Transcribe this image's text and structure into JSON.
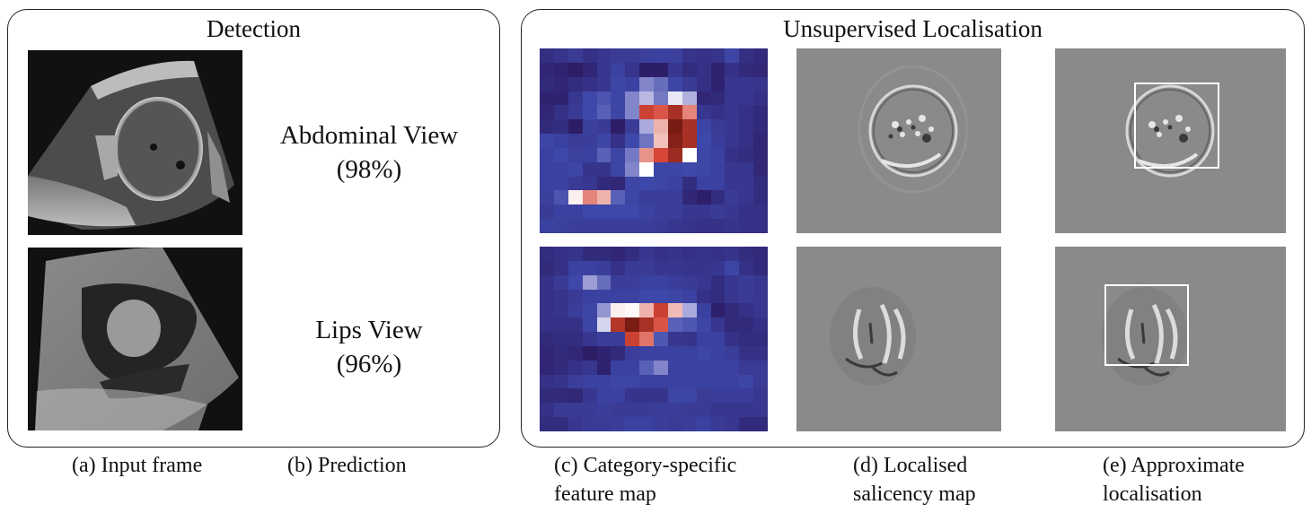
{
  "detection": {
    "title": "Detection",
    "rows": [
      {
        "input_frame": "abdominal-ultrasound-frame",
        "prediction_label": "Abdominal View",
        "prediction_confidence": "(98%)"
      },
      {
        "input_frame": "lips-ultrasound-frame",
        "prediction_label": "Lips View",
        "prediction_confidence": "(96%)"
      }
    ]
  },
  "localisation": {
    "title": "Unsupervised Localisation",
    "heatmap_colors": {
      "low": "#3b2a8c",
      "mid": "#ffffff",
      "high": "#7a1a12"
    }
  },
  "captions": {
    "a": "(a) Input frame",
    "b": "(b) Prediction",
    "c_line1": "(c) Category-specific",
    "c_line2": "feature map",
    "d_line1": "(d) Localised",
    "d_line2": "salicency map",
    "e_line1": "(e) Approximate",
    "e_line2": "localisation"
  },
  "heatmaps": {
    "abdominal": [
      [
        0.15,
        0.18,
        0.22,
        0.16,
        0.2,
        0.22,
        0.22,
        0.25,
        0.26,
        0.25,
        0.18,
        0.16,
        0.18,
        0.28,
        0.15,
        0.12
      ],
      [
        0.1,
        0.08,
        0.04,
        0.1,
        0.2,
        0.26,
        0.18,
        0.05,
        0.05,
        0.2,
        0.14,
        0.16,
        0.08,
        0.16,
        0.12,
        0.1
      ],
      [
        0.12,
        0.1,
        0.14,
        0.16,
        0.2,
        0.28,
        0.26,
        0.55,
        0.45,
        0.28,
        0.22,
        0.16,
        0.08,
        0.2,
        0.2,
        0.18
      ],
      [
        0.08,
        0.08,
        0.2,
        0.3,
        0.35,
        0.28,
        0.55,
        0.75,
        0.5,
        0.92,
        0.72,
        0.1,
        0.12,
        0.2,
        0.2,
        0.16
      ],
      [
        0.1,
        0.16,
        0.22,
        0.3,
        0.4,
        0.28,
        0.55,
        1.65,
        1.55,
        1.8,
        1.4,
        0.2,
        0.16,
        0.2,
        0.16,
        0.12
      ],
      [
        0.12,
        0.14,
        0.04,
        0.25,
        0.22,
        0.04,
        0.22,
        0.7,
        1.25,
        2.0,
        1.8,
        0.28,
        0.22,
        0.2,
        0.16,
        0.12
      ],
      [
        0.28,
        0.26,
        0.22,
        0.24,
        0.28,
        0.16,
        0.3,
        0.48,
        1.2,
        1.95,
        1.8,
        0.3,
        0.24,
        0.2,
        0.16,
        0.1
      ],
      [
        0.26,
        0.3,
        0.25,
        0.26,
        0.4,
        0.28,
        0.5,
        1.35,
        1.6,
        1.85,
        1.0,
        0.28,
        0.26,
        0.16,
        0.14,
        0.1
      ],
      [
        0.26,
        0.26,
        0.28,
        0.18,
        0.18,
        0.28,
        0.55,
        1.0,
        0.28,
        0.28,
        0.3,
        0.28,
        0.26,
        0.2,
        0.2,
        0.1
      ],
      [
        0.26,
        0.26,
        0.22,
        0.2,
        0.12,
        0.1,
        0.28,
        0.3,
        0.28,
        0.26,
        0.14,
        0.26,
        0.26,
        0.2,
        0.2,
        0.14
      ],
      [
        0.25,
        0.35,
        1.05,
        1.4,
        1.25,
        0.4,
        0.28,
        0.24,
        0.24,
        0.24,
        0.1,
        0.05,
        0.14,
        0.22,
        0.2,
        0.14
      ],
      [
        0.22,
        0.26,
        0.26,
        0.3,
        0.3,
        0.3,
        0.3,
        0.26,
        0.24,
        0.24,
        0.2,
        0.2,
        0.22,
        0.2,
        0.16,
        0.16
      ],
      [
        0.26,
        0.25,
        0.24,
        0.24,
        0.24,
        0.24,
        0.24,
        0.24,
        0.22,
        0.2,
        0.18,
        0.16,
        0.16,
        0.18,
        0.16,
        0.16
      ]
    ],
    "lips": [
      [
        0.14,
        0.16,
        0.18,
        0.12,
        0.12,
        0.1,
        0.14,
        0.2,
        0.16,
        0.18,
        0.16,
        0.18,
        0.16,
        0.18,
        0.14,
        0.12
      ],
      [
        0.12,
        0.16,
        0.26,
        0.26,
        0.24,
        0.16,
        0.22,
        0.22,
        0.2,
        0.2,
        0.18,
        0.18,
        0.2,
        0.28,
        0.16,
        0.12
      ],
      [
        0.16,
        0.22,
        0.3,
        0.65,
        0.45,
        0.24,
        0.24,
        0.26,
        0.26,
        0.24,
        0.22,
        0.2,
        0.14,
        0.2,
        0.22,
        0.2
      ],
      [
        0.16,
        0.18,
        0.22,
        0.26,
        0.26,
        0.26,
        0.26,
        0.3,
        0.3,
        0.28,
        0.26,
        0.16,
        0.14,
        0.2,
        0.22,
        0.2
      ],
      [
        0.16,
        0.18,
        0.24,
        0.28,
        0.62,
        1.05,
        1.02,
        1.25,
        1.65,
        1.22,
        0.7,
        0.26,
        0.06,
        0.12,
        0.16,
        0.2
      ],
      [
        0.16,
        0.16,
        0.16,
        0.28,
        0.85,
        1.75,
        2.0,
        1.8,
        1.55,
        0.4,
        0.36,
        0.28,
        0.2,
        0.12,
        0.12,
        0.16
      ],
      [
        0.12,
        0.14,
        0.14,
        0.2,
        0.24,
        0.24,
        1.65,
        1.45,
        0.36,
        0.2,
        0.18,
        0.26,
        0.26,
        0.16,
        0.14,
        0.14
      ],
      [
        0.1,
        0.12,
        0.1,
        0.04,
        0.08,
        0.12,
        0.24,
        0.26,
        0.26,
        0.26,
        0.26,
        0.28,
        0.26,
        0.24,
        0.16,
        0.16
      ],
      [
        0.1,
        0.12,
        0.16,
        0.2,
        0.08,
        0.26,
        0.26,
        0.4,
        0.55,
        0.26,
        0.26,
        0.26,
        0.26,
        0.26,
        0.22,
        0.22
      ],
      [
        0.16,
        0.18,
        0.24,
        0.26,
        0.26,
        0.28,
        0.28,
        0.26,
        0.26,
        0.26,
        0.26,
        0.26,
        0.26,
        0.26,
        0.28,
        0.22
      ],
      [
        0.12,
        0.12,
        0.1,
        0.2,
        0.26,
        0.26,
        0.18,
        0.18,
        0.18,
        0.28,
        0.28,
        0.22,
        0.24,
        0.24,
        0.24,
        0.2
      ],
      [
        0.16,
        0.22,
        0.22,
        0.22,
        0.24,
        0.22,
        0.22,
        0.22,
        0.24,
        0.24,
        0.22,
        0.22,
        0.2,
        0.2,
        0.2,
        0.2
      ],
      [
        0.14,
        0.14,
        0.2,
        0.22,
        0.22,
        0.24,
        0.26,
        0.26,
        0.24,
        0.22,
        0.24,
        0.26,
        0.22,
        0.2,
        0.12,
        0.12
      ]
    ]
  }
}
